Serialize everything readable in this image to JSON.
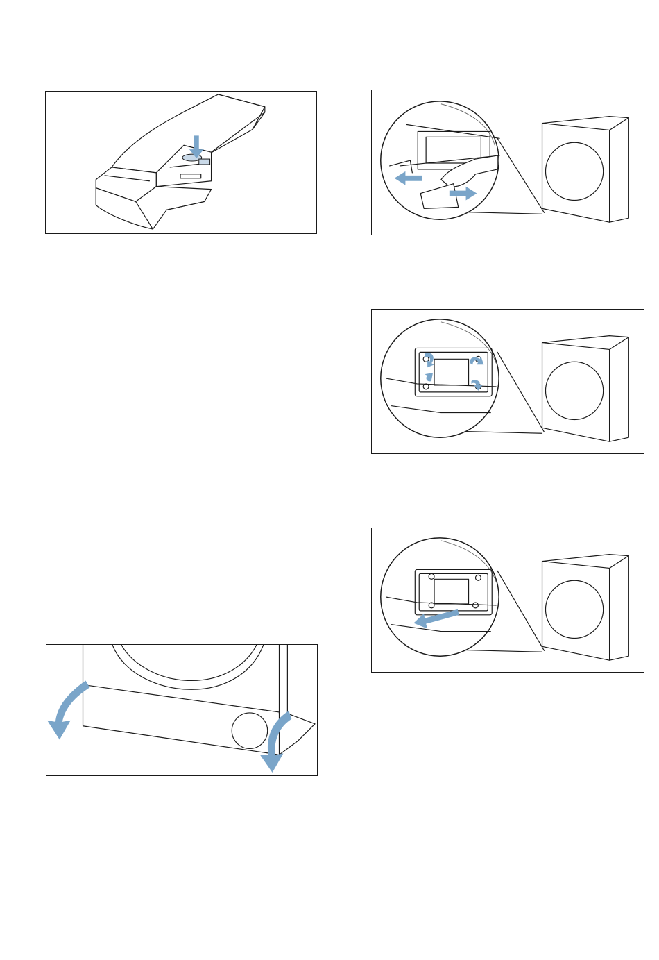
{
  "page": {
    "background": "#ffffff"
  },
  "colors": {
    "line": "#1a1a1a",
    "accent_arrow": "#7aa5c9",
    "frame": "#1a1a1a"
  },
  "figures": [
    {
      "id": "detergent-drawer",
      "icons": [
        "drawer-icon",
        "press-arrow-icon"
      ]
    },
    {
      "id": "seal-removal",
      "icons": [
        "dryer-icon",
        "magnifier-circle-icon",
        "hand-icon",
        "double-arrow-icon"
      ]
    },
    {
      "id": "clip-release",
      "icons": [
        "dryer-icon",
        "magnifier-circle-icon",
        "clip-arrow-icon"
      ]
    },
    {
      "id": "panel-pull",
      "icons": [
        "dryer-icon",
        "magnifier-circle-icon",
        "pull-arrow-icon"
      ]
    },
    {
      "id": "kickplate-tilt",
      "icons": [
        "kickplate-icon",
        "curved-arrow-icon"
      ]
    }
  ]
}
